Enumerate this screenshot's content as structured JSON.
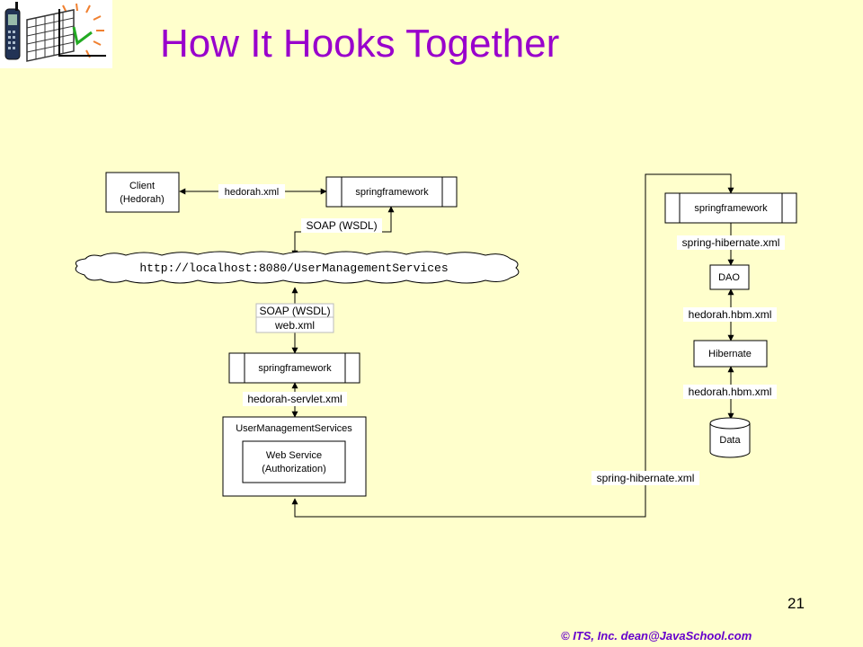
{
  "title": "How It Hooks Together",
  "page_number": "21",
  "footer": "© ITS, Inc. dean@JavaSchool.com",
  "colors": {
    "background": "#FFFFCC",
    "title": "#9900CC",
    "footer": "#6600CC"
  },
  "logo": {
    "icon": "mobile-phone-calendar-logo"
  },
  "diagram": {
    "client_line1": "Client",
    "client_line2": "(Hedorah)",
    "hedorah_xml": "hedorah.xml",
    "spring_top": "springframework",
    "soap_top": "SOAP (WSDL)",
    "cloud_url": "http://localhost:8080/UserManagementServices",
    "soap_mid": "SOAP (WSDL)",
    "web_xml": "web.xml",
    "spring_mid": "springframework",
    "hedorah_servlet_xml": "hedorah-servlet.xml",
    "ums_title": "UserManagementServices",
    "ws_line1": "Web Service",
    "ws_line2": "(Authorization)",
    "spring_right": "springframework",
    "spring_hibernate_xml_top": "spring-hibernate.xml",
    "dao": "DAO",
    "hbm1": "hedorah.hbm.xml",
    "hibernate": "Hibernate",
    "hbm2": "hedorah.hbm.xml",
    "data": "Data",
    "spring_hibernate_xml_bottom": "spring-hibernate.xml"
  }
}
